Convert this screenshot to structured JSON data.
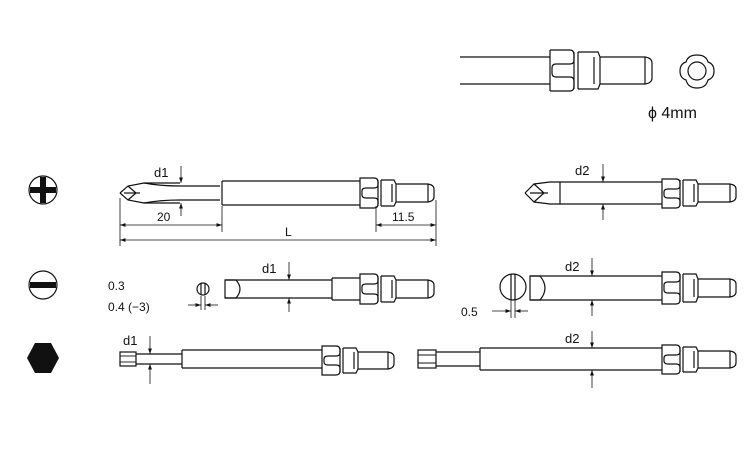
{
  "shank_callout": {
    "diameter_label": "ϕ 4mm"
  },
  "phillips_row": {
    "left_tip_label": "d1",
    "tip_length": "20",
    "shank_end_length": "11.5",
    "overall_length": "L",
    "right_tip_label": "d2"
  },
  "slotted_row": {
    "thickness_line1": "0.3",
    "thickness_line2": "0.4 (−3)",
    "left_tip_label": "d1",
    "right_thickness": "0.5",
    "right_tip_label": "d2"
  },
  "hex_row": {
    "left_tip_label": "d1",
    "right_tip_label": "d2"
  },
  "icons": {
    "phillips": "phillips-head-icon",
    "slotted": "slotted-head-icon",
    "hex": "hex-head-icon"
  }
}
